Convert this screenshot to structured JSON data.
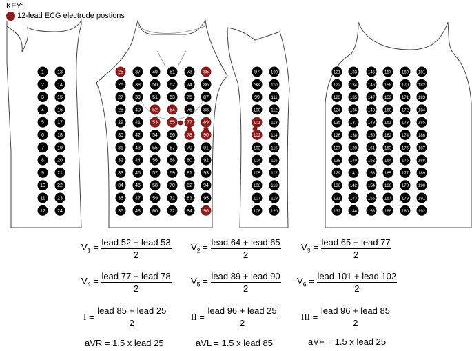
{
  "key": {
    "title": "KEY:",
    "legend": "12-lead ECG electrode postions",
    "electrode_color": "#8b1a1a"
  },
  "highlighted_leads": [
    25,
    52,
    53,
    64,
    65,
    77,
    78,
    85,
    89,
    90,
    96,
    101,
    102
  ],
  "grid_numbers": {
    "back_left": [
      1,
      24
    ],
    "front": [
      25,
      96
    ],
    "side": [
      97,
      120
    ],
    "back_right": [
      121,
      192
    ]
  },
  "equations": {
    "v1": {
      "lhs": "V",
      "sub": "1",
      "num": "lead 52 + lead 53",
      "den": "2"
    },
    "v2": {
      "lhs": "V",
      "sub": "2",
      "num": "lead 64 + lead 65",
      "den": "2"
    },
    "v3": {
      "lhs": "V",
      "sub": "3",
      "num": "lead 65 + lead 77",
      "den": "2"
    },
    "v4": {
      "lhs": "V",
      "sub": "4",
      "num": "lead 77 + lead 78",
      "den": "2"
    },
    "v5": {
      "lhs": "V",
      "sub": "5",
      "num": "lead 89 + lead 90",
      "den": "2"
    },
    "v6": {
      "lhs": "V",
      "sub": "6",
      "num": "lead 101 + lead 102",
      "den": "2"
    },
    "i": {
      "lhs": "I",
      "num": "lead 85 + lead 25",
      "den": "2"
    },
    "ii": {
      "lhs": "II",
      "num": "lead 96 + lead 25",
      "den": "2"
    },
    "iii": {
      "lhs": "III",
      "num": "lead 96 + lead 85",
      "den": "2"
    },
    "avr": "aVR = 1.5 x lead 25",
    "avl": "aVL = 1.5 x lead 85",
    "avf": "aVF = 1.5 x lead 25"
  }
}
